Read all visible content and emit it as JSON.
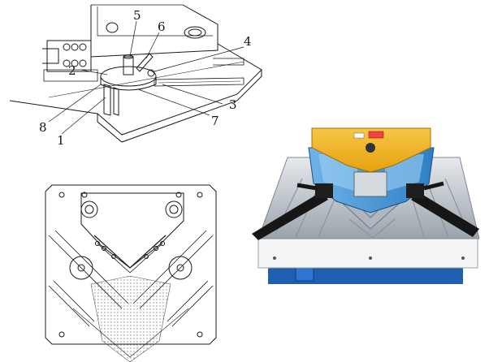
{
  "callouts": [
    {
      "id": "1",
      "label": "1"
    },
    {
      "id": "2",
      "label": "2"
    },
    {
      "id": "3",
      "label": "3"
    },
    {
      "id": "4",
      "label": "4"
    },
    {
      "id": "5",
      "label": "5"
    },
    {
      "id": "6",
      "label": "6"
    },
    {
      "id": "7",
      "label": "7"
    },
    {
      "id": "8",
      "label": "8"
    }
  ],
  "colors": {
    "line": "#1a1a1a",
    "machine_yellow": "#f2b21b",
    "guard_blue": "#2f7fc4",
    "base_blue": "#1f5fb0",
    "steel": "#c9cfd6",
    "handle": "#161616",
    "hatch": "#555555"
  },
  "icons": [
    "corner-notcher-drawing",
    "corner-notcher-photo"
  ]
}
